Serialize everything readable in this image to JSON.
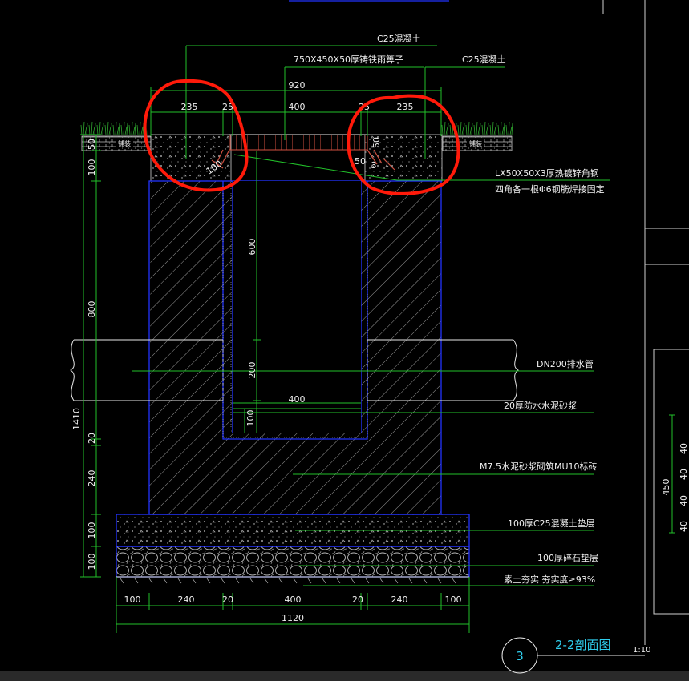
{
  "drawing": {
    "title": "2-2剖面图",
    "scale": "1:10",
    "index_number": "3"
  },
  "labels": {
    "c25_top": "C25混凝土",
    "grate": "750X450X50厚铸铁雨箅子",
    "c25_right": "C25混凝土",
    "angle_steel": "LX50X50X3厚热镀锌角钢",
    "angle_fix": "四角各一根Φ6钢筋焊接固定",
    "pipe": "DN200排水管",
    "plaster": "20厚防水水泥砂浆",
    "masonry": "M7.5水泥砂浆砌筑MU10标砖",
    "concrete_base": "100厚C25混凝土垫层",
    "gravel": "100厚碎石垫层",
    "soil": "素土夯实 夯实度≥93%",
    "paving_left": "铺装",
    "paving_right": "铺装"
  },
  "dimensions": {
    "top_overall": "920",
    "top_left": "235",
    "top_left_gap": "25",
    "top_mid": "400",
    "top_right_gap": "25",
    "top_right": "235",
    "inner_width": "400",
    "bottom_1": "100",
    "bottom_2": "240",
    "bottom_3": "20",
    "bottom_4": "400",
    "bottom_5": "20",
    "bottom_6": "240",
    "bottom_7": "100",
    "bottom_total": "1120",
    "left_50": "50",
    "left_100_top": "100",
    "left_800": "800",
    "left_20": "20",
    "left_240": "240",
    "left_100_a": "100",
    "left_100_b": "100",
    "left_total": "1410",
    "inner_600": "600",
    "inner_200": "200",
    "inner_100": "100",
    "seat_100": "100",
    "seat_50": "50",
    "seat_50_v": "50",
    "seat_3": "3",
    "right_total": "450",
    "right_40_a": "40",
    "right_40_b": "40",
    "right_40_c": "40"
  }
}
